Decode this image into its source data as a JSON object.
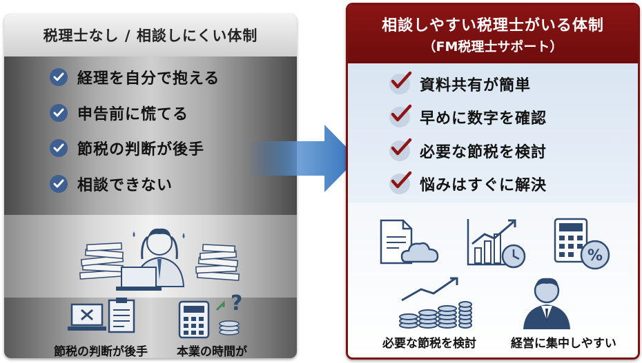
{
  "left_panel": {
    "title": "税理士なし / 相談しにくい体制",
    "items": [
      {
        "label": "経理を自分で抱える"
      },
      {
        "label": "申告前に慌てる"
      },
      {
        "label": "節税の判断が後手"
      },
      {
        "label": "相談できない"
      }
    ],
    "captions": [
      "節税の判断が後手",
      "本業の時間が"
    ]
  },
  "right_panel": {
    "title": "相談しやすい税理士がいる体制",
    "subtitle": "（FM税理士サポート）",
    "items": [
      {
        "label": "資料共有が簡単"
      },
      {
        "label": "早めに数字を確認"
      },
      {
        "label": "必要な節税を検討"
      },
      {
        "label": "悩みはすぐに解決"
      }
    ],
    "captions": [
      "必要な節税を検討",
      "経営に集中しやすい"
    ]
  },
  "colors": {
    "accent_red": "#7b1010",
    "check_blue": "#3d5f91",
    "arrow_blue": "#2f6fb8",
    "icon_navy": "#2e4a70"
  },
  "icons": [
    "check-icon",
    "stressed-person-icon",
    "laptop-x-icon",
    "clipboard-icon",
    "calculator-icon",
    "question-mark-icon",
    "document-cloud-icon",
    "growth-chart-clock-icon",
    "calculator-percent-icon",
    "coins-growth-icon",
    "businessman-icon",
    "arrow-right-icon"
  ]
}
